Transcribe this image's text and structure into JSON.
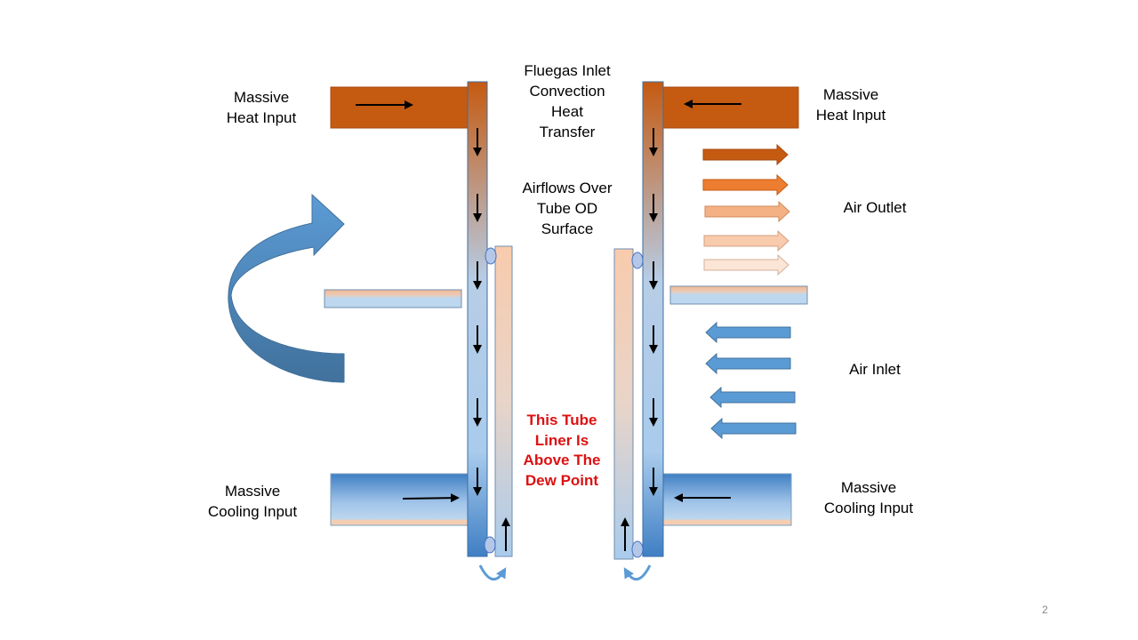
{
  "labels": {
    "heat_left": [
      "Massive",
      "Heat Input"
    ],
    "heat_right": [
      "Massive",
      "Heat Input"
    ],
    "fluegas": [
      "Fluegas Inlet",
      "Convection",
      "Heat",
      "Transfer"
    ],
    "airflows": [
      "Airflows Over",
      "Tube OD",
      "Surface"
    ],
    "air_outlet": "Air Outlet",
    "air_inlet": "Air Inlet",
    "cooling_left": [
      "Massive",
      "Cooling Input"
    ],
    "cooling_right": [
      "Massive",
      "Cooling Input"
    ],
    "liner_note": [
      "This Tube",
      "Liner Is",
      "Above The",
      "Dew Point"
    ]
  },
  "page_number": "2",
  "colors": {
    "heat": "#c55a11",
    "cool_blue": "#5b9bd5",
    "light_blue": "#bdd7ee",
    "peach": "#f4b183",
    "light_peach": "#f8cbad",
    "pale_peach": "#fbe5d6",
    "note_red": "#dd1111"
  },
  "icons": [
    "flow-arrow",
    "curved-recirculation-arrow",
    "u-turn-arrow",
    "dew-droplet"
  ]
}
